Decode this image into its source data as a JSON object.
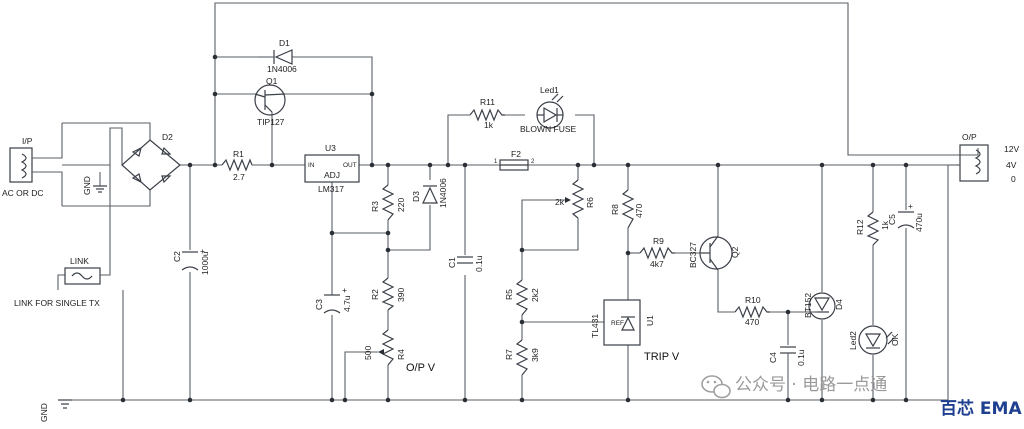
{
  "labels": {
    "ip": "I/P",
    "ac_dc": "AC OR DC",
    "gnd_conn": "GND",
    "d2": "D2",
    "link": "LINK",
    "link_note": "LINK FOR SINGLE TX",
    "gnd_main": "GND",
    "d1": "D1",
    "d1_val": "1N4006",
    "q1": "Q1",
    "q1_val": "TIP127",
    "r1": "R1",
    "r1_val": "2.7",
    "u3": "U3",
    "u3_in": "IN",
    "u3_out": "OUT",
    "u3_adj": "ADJ",
    "u3_val": "LM317",
    "c2": "C2",
    "c2_val": "1000u",
    "r3": "R3",
    "r3_val": "220",
    "d3": "D3",
    "d3_val": "1N4006",
    "c3": "C3",
    "c3_val": "4.7u",
    "r2": "R2",
    "r2_val": "390",
    "r4": "R4",
    "r4_val": "500",
    "opv": "O/P V",
    "c1": "C1",
    "c1_val": "0.1u",
    "r11": "R11",
    "r11_val": "1k",
    "led1": "Led1",
    "led1_val": "BLOWN FUSE",
    "f2": "F2",
    "f2_p1": "1",
    "f2_p2": "2",
    "r6": "R6",
    "r6_val": "2k",
    "r5": "R5",
    "r5_val": "2k2",
    "r7": "R7",
    "r7_val": "3k9",
    "u1": "U1",
    "u1_val": "TL431",
    "u1_ref": "REF",
    "trip": "TRIP V",
    "r8": "R8",
    "r8_val": "470",
    "r9": "R9",
    "r9_val": "4k7",
    "q2": "Q2",
    "q2_val": "BC327",
    "r10": "R10",
    "r10_val": "470",
    "c4": "C4",
    "c4_val": "0.1u",
    "d4": "D4",
    "d4_val": "BT152",
    "r12": "R12",
    "r12_val": "1k",
    "led2": "Led2",
    "led2_val": "OK",
    "c5": "C5",
    "c5_val": "470u",
    "op": "O/P",
    "v12": "12V",
    "v4": "4V",
    "v0": "0",
    "plus": "+"
  },
  "watermark": {
    "text": "公众号 · 电路一点通",
    "brand": "百芯 EMA"
  }
}
